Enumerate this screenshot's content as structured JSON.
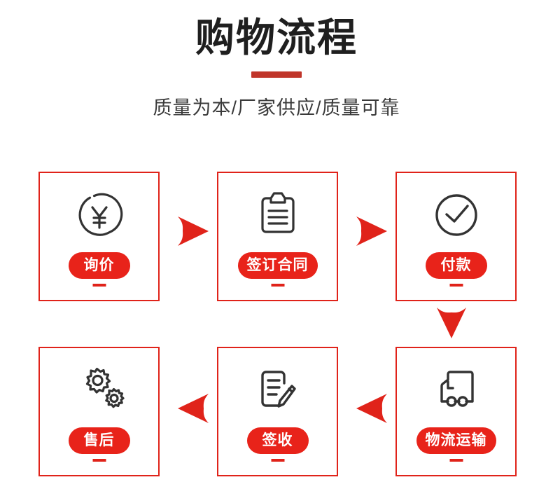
{
  "page": {
    "background_color": "#ffffff",
    "accent_red": "#e8231a",
    "rule_red": "#c0352a",
    "icon_gray": "#333333"
  },
  "header": {
    "title": "购物流程",
    "subtitle": "质量为本/厂家供应/质量可靠"
  },
  "flow": {
    "steps": [
      {
        "order": "1",
        "label": "询价",
        "icon": "yen-circle-icon",
        "row": "top",
        "column": "1"
      },
      {
        "order": "2",
        "label": "签订合同",
        "icon": "clipboard-icon",
        "row": "top",
        "column": "2"
      },
      {
        "order": "3",
        "label": "付款",
        "icon": "check-circle-icon",
        "row": "top",
        "column": "3"
      },
      {
        "order": "4",
        "label": "物流运输",
        "icon": "delivery-truck-icon",
        "row": "bottom",
        "column": "3"
      },
      {
        "order": "5",
        "label": "签收",
        "icon": "document-pencil-icon",
        "row": "bottom",
        "column": "2"
      },
      {
        "order": "6",
        "label": "售后",
        "icon": "gears-icon",
        "row": "bottom",
        "column": "1"
      }
    ],
    "connectors": [
      {
        "name": "arrow-right-step1-step2",
        "direction": "right"
      },
      {
        "name": "arrow-right-step2-step3",
        "direction": "right"
      },
      {
        "name": "arrow-down-step3-step4",
        "direction": "down"
      },
      {
        "name": "arrow-left-step4-step5",
        "direction": "left"
      },
      {
        "name": "arrow-left-step5-step6",
        "direction": "left"
      }
    ]
  }
}
